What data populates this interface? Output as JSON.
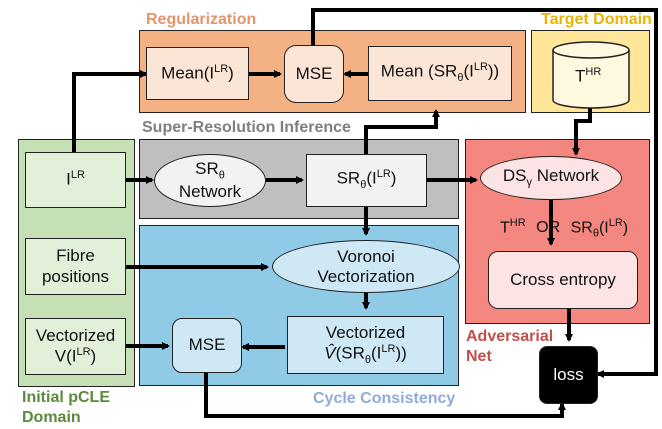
{
  "panels": {
    "regularization": {
      "title": "Regularization",
      "title_color": "#e5956a",
      "fill": "#f4b183"
    },
    "target_domain": {
      "title": "Target Domain",
      "title_color": "#e8b400",
      "fill": "#ffe699"
    },
    "super_resolution": {
      "title": "Super-Resolution Inference",
      "title_color": "#7f7f7f",
      "fill": "#bfbfbf"
    },
    "initial_pcle": {
      "title_line1": "Initial pCLE",
      "title_line2": "Domain",
      "title_color": "#5b8a3c",
      "fill": "#c5e0b4"
    },
    "cycle_consistency": {
      "title": "Cycle Consistency",
      "title_color": "#8faadc",
      "fill": "#8fcae6"
    },
    "adversarial": {
      "title_line1": "Adversarial",
      "title_line2": "Net",
      "title_color": "#c0504d",
      "fill": "#f4877f"
    }
  },
  "nodes": {
    "mean_lr": {
      "text": "Mean(I",
      "sup": "LR",
      "tail": ")"
    },
    "mse_top": {
      "text": "MSE"
    },
    "mean_sr": {
      "text": "Mean (SR",
      "sub": "θ",
      "mid": "(I",
      "sup": "LR",
      "tail": "))"
    },
    "t_hr": {
      "text": "T",
      "sup": "HR"
    },
    "i_lr": {
      "text": "I",
      "sup": "LR"
    },
    "sr_network": {
      "text": "SR",
      "sub": "θ",
      "line2": "Network"
    },
    "sr_output": {
      "text": "SR",
      "sub": "θ",
      "mid": "(I",
      "sup": "LR",
      "tail": ")"
    },
    "ds_network": {
      "text": "DS",
      "sub": "γ",
      "tail": " Network"
    },
    "fibre_positions": {
      "line1": "Fibre",
      "line2": "positions"
    },
    "voronoi": {
      "line1": "Voronoi",
      "line2": "Vectorization"
    },
    "vectorized_v": {
      "line1": "Vectorized",
      "line2_a": "V(I",
      "sup": "LR",
      "line2_b": ")"
    },
    "mse_cycle": {
      "text": "MSE"
    },
    "vectorized_sr": {
      "line1": "Vectorized",
      "hat": "V̂",
      "line2_a": "(SR",
      "sub": "θ",
      "line2_mid": "(I",
      "sup": "LR",
      "line2_b": "))"
    },
    "cross_entropy": {
      "text": "Cross entropy"
    },
    "loss": {
      "text": "loss"
    }
  },
  "adversarial_label": {
    "t": "T",
    "sup_t": "HR",
    "or": "OR",
    "sr": "SR",
    "sub": "θ",
    "mid": "(I",
    "sup": "LR",
    "tail": ")"
  }
}
